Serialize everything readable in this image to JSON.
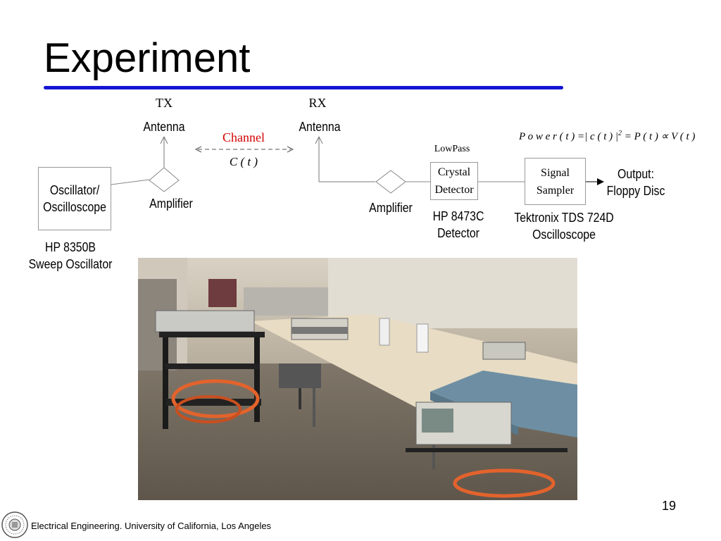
{
  "slide": {
    "title": "Experiment",
    "page_number": "19",
    "footer": "Electrical Engineering. University of California, Los Angeles"
  },
  "diagram": {
    "tx_label": "TX",
    "rx_label": "RX",
    "tx_antenna": "Antenna",
    "rx_antenna": "Antenna",
    "channel_label": "Channel",
    "channel_symbol": "C ( t )",
    "tx_amplifier": "Amplifier",
    "rx_amplifier": "Amplifier",
    "oscillator_box": {
      "line1": "Oscillator/",
      "line2": "Oscilloscope"
    },
    "oscillator_caption": {
      "line1": "HP 8350B",
      "line2": "Sweep Oscillator"
    },
    "lowpass_label": "LowPass",
    "detector_box": {
      "line1": "Crystal",
      "line2": "Detector"
    },
    "detector_caption": {
      "line1": "HP 8473C",
      "line2": "Detector"
    },
    "sampler_box": {
      "line1": "Signal",
      "line2": "Sampler"
    },
    "sampler_caption": {
      "line1": "Tektronix TDS 724D",
      "line2": "Oscilloscope"
    },
    "output_label": {
      "line1": "Output:",
      "line2": "Floppy Disc"
    },
    "equation": {
      "left": "P o w e r ( t ) =| c ( t ) |",
      "exponent": "2",
      "right": " = P ( t ) ∝ V ( t )"
    },
    "colors": {
      "channel": "#d40000",
      "rule": "#1515d4",
      "lines": "#888888"
    }
  }
}
